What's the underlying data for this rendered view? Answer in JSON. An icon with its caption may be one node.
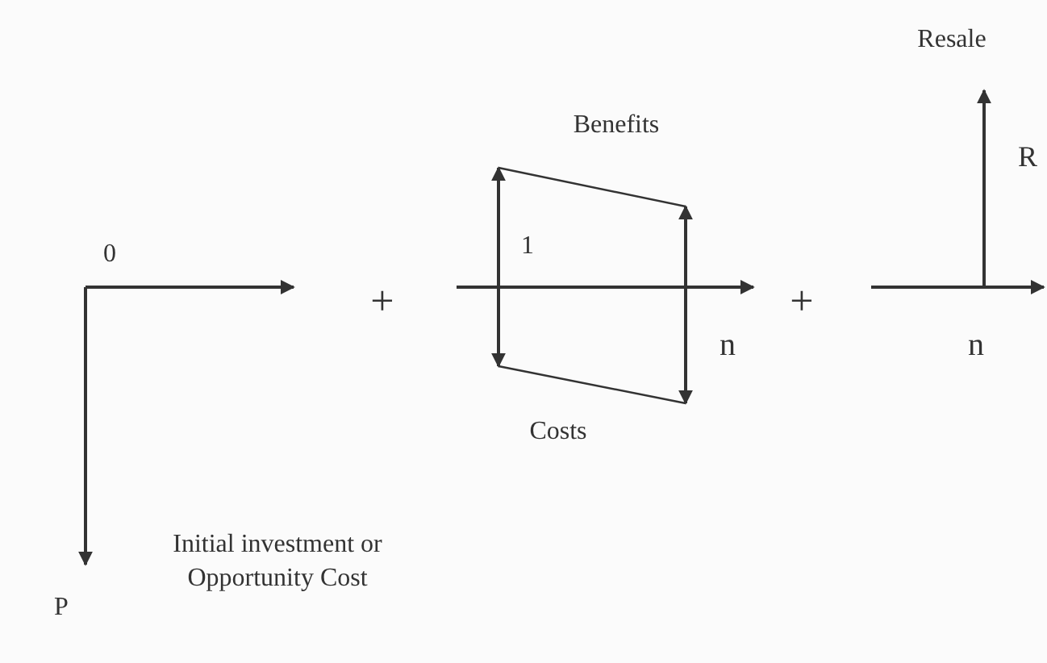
{
  "diagram": {
    "labels": [
      "0",
      "P",
      "Initial investment or Opportunity Cost",
      "+",
      "Benefits",
      "1",
      "n",
      "Costs",
      "+",
      "Resale",
      "R",
      "n"
    ]
  }
}
